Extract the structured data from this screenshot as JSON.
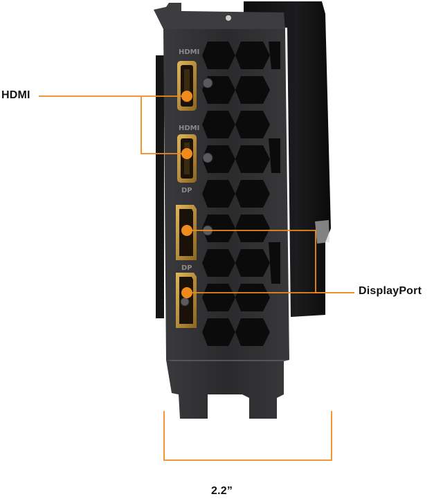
{
  "callouts": {
    "hdmi": "HDMI",
    "displayport": "DisplayPort"
  },
  "port_markings": {
    "hdmi_1": "HDMI",
    "hdmi_2": "HDMI",
    "dp_1": "DP",
    "dp_2": "DP"
  },
  "dimension": {
    "width": "2.2”"
  },
  "colors": {
    "accent": "#f08a1c",
    "bracket": "#2b2b2d",
    "bracket_edge": "#4a4a4d",
    "shroud": "#161617",
    "port_gold": "#c99a3a",
    "background": "#ffffff"
  }
}
